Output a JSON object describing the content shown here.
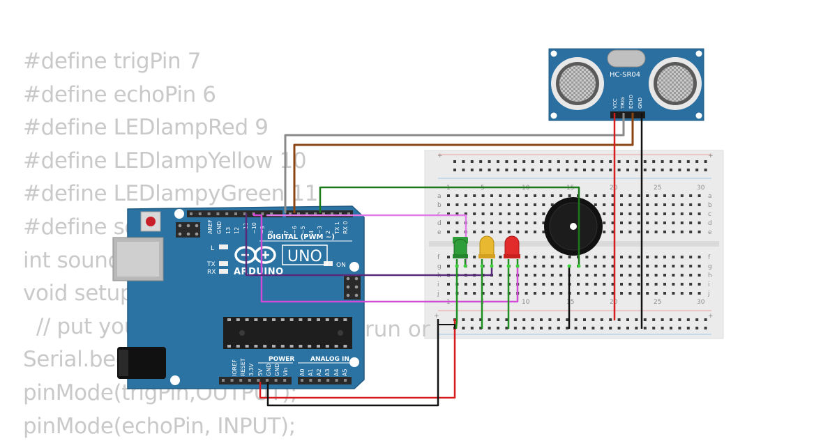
{
  "code_lines": [
    "#define trigPin 7",
    "#define echoPin 6",
    "#define LEDlampRed 9",
    "#define LEDlampYellow 10",
    "#define LEDlampyGreen 11",
    "#define so",
    "int sound",
    "void setup",
    "  // put you",
    "Serial.beg",
    "pinMode(trigPin,OUTPUT);",
    "pinMode(echoPin, INPUT);"
  ],
  "code_overlap_fragment": "run or",
  "arduino": {
    "brand": "ARDUINO",
    "model": "UNO",
    "digital_header": "DIGITAL (PWM ~)",
    "power_header": "POWER",
    "analog_header": "ANALOG IN",
    "led_on": "ON",
    "led_l": "L",
    "led_tx": "TX",
    "led_rx": "RX",
    "top_pin_labels": [
      "AREF",
      "GND",
      "13",
      "12",
      "~11",
      "~10",
      "~9",
      "8",
      "7",
      "~6",
      "~5",
      "4",
      "~3",
      "2",
      "TX 1",
      "RX 0"
    ],
    "bottom_pin_labels": [
      "IOREF",
      "RESET",
      "3.3V",
      "5V",
      "GND",
      "GND",
      "Vin",
      "A0",
      "A1",
      "A2",
      "A3",
      "A4",
      "A5"
    ]
  },
  "sensor": {
    "label": "HC-SR04",
    "pins": [
      "VCC",
      "TRIG",
      "ECHO",
      "GND"
    ]
  },
  "breadboard": {
    "column_numbers": [
      "1",
      "5",
      "10",
      "15",
      "20",
      "25",
      "30"
    ],
    "row_letters_top": [
      "a",
      "b",
      "c",
      "d",
      "e"
    ],
    "row_letters_bottom": [
      "f",
      "g",
      "h",
      "i",
      "j"
    ],
    "rail_symbol": "+"
  },
  "leds": [
    {
      "name": "green",
      "color": "#2e9e3a"
    },
    {
      "name": "yellow",
      "color": "#e8b830"
    },
    {
      "name": "red",
      "color": "#e22b2b"
    }
  ],
  "wire_colors": {
    "trig": "#8a8a8a",
    "echo": "#8b4513",
    "buzzer": "#1a7a1a",
    "red_led": "#d24ad6",
    "yellow_led": "#5a2a7a",
    "green_led": "#e07ae8",
    "vcc": "#d61c1c",
    "gnd": "#111111",
    "led_legs": "#1f8f1f"
  }
}
